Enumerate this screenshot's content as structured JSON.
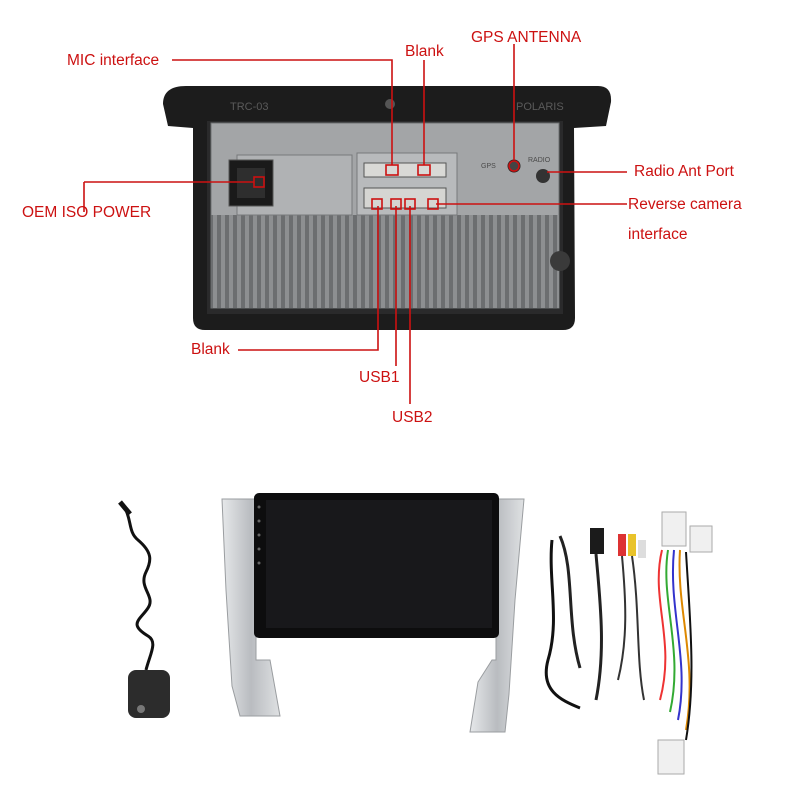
{
  "labels": {
    "mic": "MIC interface",
    "blank_top": "Blank",
    "gps": "GPS ANTENNA",
    "radio": "Radio Ant Port",
    "oem": "OEM ISO POWER",
    "reverse_1": "Reverse camera",
    "reverse_2": "interface",
    "blank_bottom": "Blank",
    "usb1": "USB1",
    "usb2": "USB2"
  },
  "unit_markings": {
    "left": "TRC-03",
    "right": "POLARIS",
    "gps_port": "GPS",
    "radio_port": "RADIO"
  },
  "colors": {
    "callout": "#cc1111",
    "unit_frame": "#1c1c1c",
    "chassis": "#9a9c9e",
    "trim": "#c9ccd0",
    "screen": "#141416"
  }
}
